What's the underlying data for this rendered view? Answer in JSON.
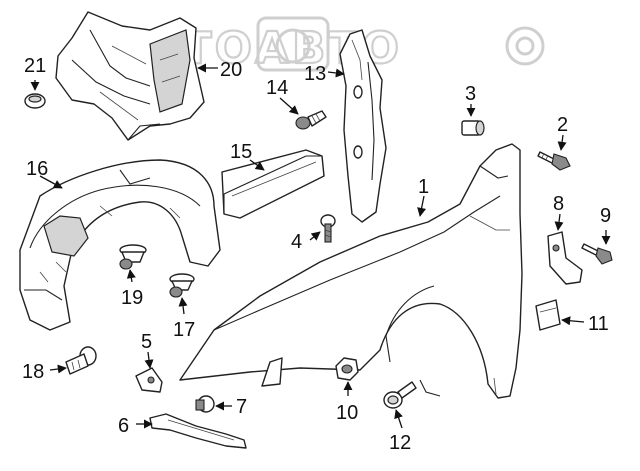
{
  "watermark": {
    "text": "АВТОАВТО"
  },
  "callouts": {
    "c1": "1",
    "c2": "2",
    "c3": "3",
    "c4": "4",
    "c5": "5",
    "c6": "6",
    "c7": "7",
    "c8": "8",
    "c9": "9",
    "c10": "10",
    "c11": "11",
    "c12": "12",
    "c13": "13",
    "c14": "14",
    "c15": "15",
    "c16": "16",
    "c17": "17",
    "c18": "18",
    "c19": "19",
    "c20": "20",
    "c21": "21"
  }
}
